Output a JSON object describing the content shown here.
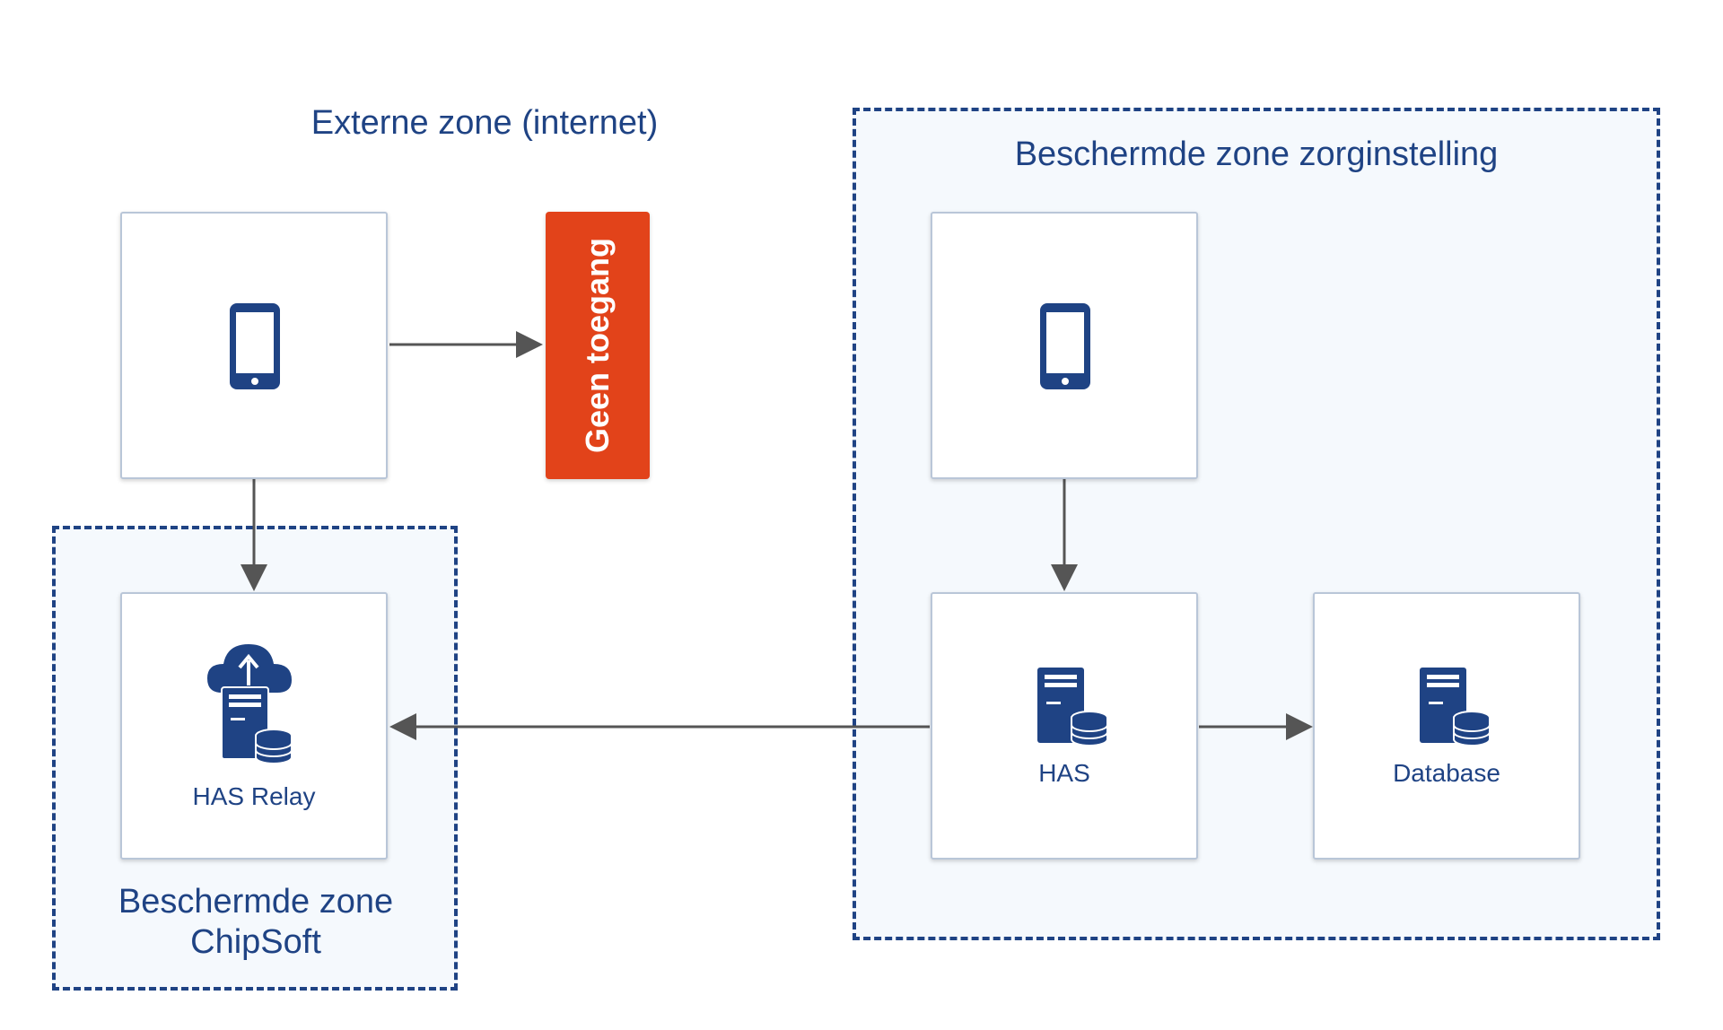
{
  "zones": {
    "external": {
      "title": "Externe zone (internet)"
    },
    "chipsoft": {
      "title_line1": "Beschermde zone",
      "title_line2": "ChipSoft"
    },
    "care": {
      "title": "Beschermde zone zorginstelling"
    }
  },
  "nodes": {
    "external_mobile": {
      "icon": "mobile-phone-icon"
    },
    "no_access": {
      "label": "Geen toegang",
      "color": "#e2431a"
    },
    "has_relay": {
      "label": "HAS Relay",
      "icon": "cloud-server-database-icon"
    },
    "internal_mobile": {
      "icon": "mobile-phone-icon"
    },
    "has": {
      "label": "HAS",
      "icon": "server-database-icon"
    },
    "database": {
      "label": "Database",
      "icon": "server-database-icon"
    }
  },
  "colors": {
    "primary": "#1f4384",
    "zone_fill": "#f5f9fd",
    "arrow": "#555555",
    "blocked": "#e2431a"
  }
}
